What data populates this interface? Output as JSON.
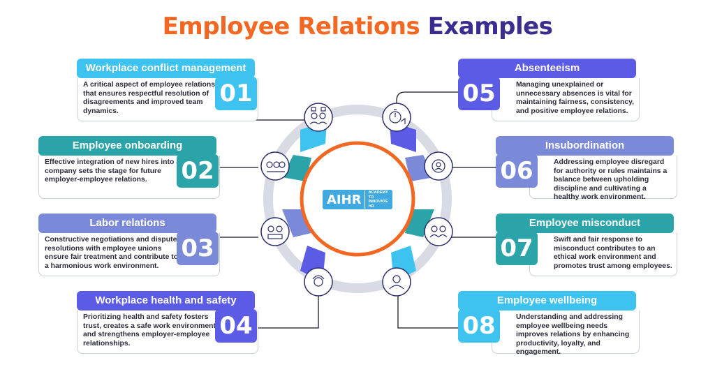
{
  "title": {
    "part1": "Employee Relations",
    "part2": "Examples"
  },
  "logo": {
    "main": "AIHR",
    "line1": "ACADEMY TO",
    "line2": "INNOVATE HR"
  },
  "colors": {
    "orange": "#f26722",
    "navy": "#3b2d8f",
    "sky": "#3ec3f0",
    "teal": "#2aa4a8",
    "lavender": "#7b8ad8",
    "violet": "#5b5be6"
  },
  "items": [
    {
      "num": "01",
      "title": "Workplace conflict management",
      "icon": "conflict-icon",
      "text": "A critical aspect of employee relations that ensures respectful resolution of disagreements and improved team dynamics."
    },
    {
      "num": "02",
      "title": "Employee onboarding",
      "icon": "onboarding-icon",
      "text": "Effective integration of new hires into a company sets the stage for future employer-employee relations."
    },
    {
      "num": "03",
      "title": "Labor relations",
      "icon": "labor-icon",
      "text": "Constructive negotiations and dispute resolutions with employee unions ensure fair treatment and contribute to a harmonious work environment."
    },
    {
      "num": "04",
      "title": "Workplace health and safety",
      "icon": "health-icon",
      "text": "Prioritizing health and safety fosters trust, creates a safe work environment, and strengthens employer-employee relationships."
    },
    {
      "num": "05",
      "title": "Absenteeism",
      "icon": "stopwatch-icon",
      "text": "Managing unexplained or unnecessary absences is vital for maintaining fairness, consistency, and positive employee relations."
    },
    {
      "num": "06",
      "title": "Insubordination",
      "icon": "insubordination-icon",
      "text": "Addressing employee disregard for authority or rules maintains a balance between upholding discipline and cultivating a healthy work environment."
    },
    {
      "num": "07",
      "title": "Employee misconduct",
      "icon": "misconduct-icon",
      "text": "Swift and fair response to misconduct contributes to an ethical work environment and promotes trust among employees."
    },
    {
      "num": "08",
      "title": "Employee wellbeing",
      "icon": "wellbeing-icon",
      "text": "Understanding and addressing employee wellbeing needs improves relations by enhancing productivity, loyalty, and engagement."
    }
  ]
}
